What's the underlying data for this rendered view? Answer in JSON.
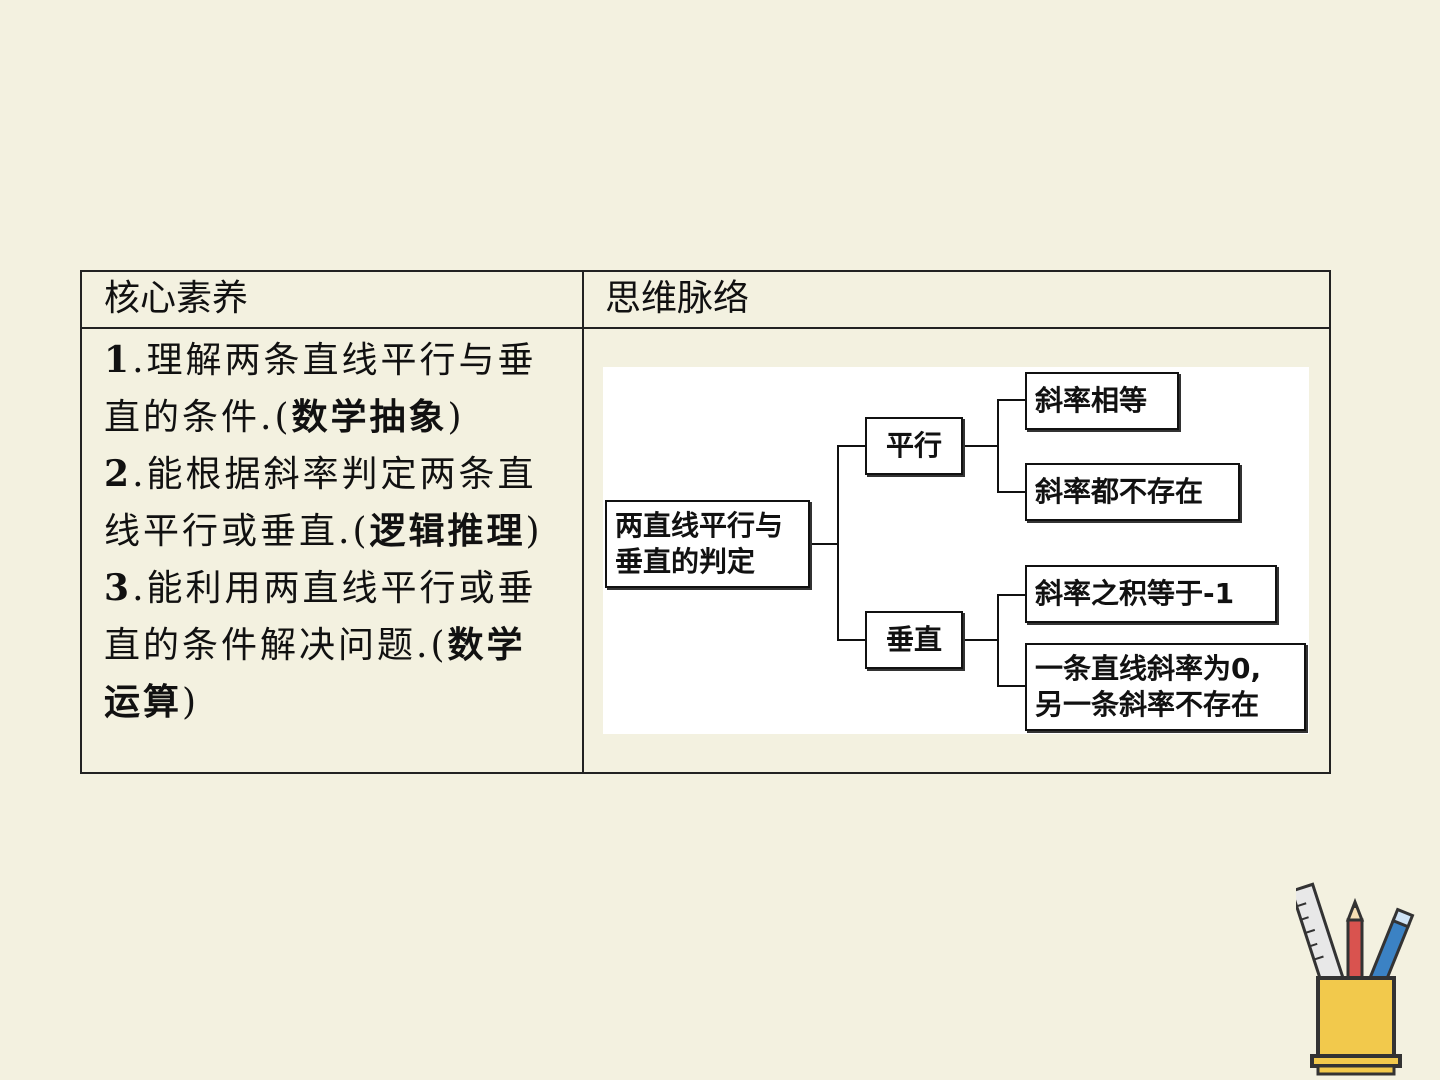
{
  "table": {
    "header_left": "核心素养",
    "header_right": "思维脉络"
  },
  "core_items": [
    {
      "num": "1",
      "text": ".理解两条直线平行与垂直的条件.(",
      "bold": "数学抽象",
      "close": ")"
    },
    {
      "num": "2",
      "text": ".能根据斜率判定两条直线平行或垂直.(",
      "bold": "逻辑推理",
      "close": ")"
    },
    {
      "num": "3",
      "text": ".能利用两直线平行或垂直的条件解决问题.(",
      "bold": "数学运算",
      "close": ")"
    }
  ],
  "mindmap": {
    "root_line1": "两直线平行与",
    "root_line2": "垂直的判定",
    "parallel": "平行",
    "perpendicular": "垂直",
    "p_leaf1": "斜率相等",
    "p_leaf2": "斜率都不存在",
    "v_leaf1": "斜率之积等于-1",
    "v_leaf2_line1": "一条直线斜率为0,",
    "v_leaf2_line2": "另一条斜率不存在"
  },
  "colors": {
    "background": "#f3f1e0",
    "cup": "#f2c94c",
    "pencil_red": "#d9534f",
    "pen_blue": "#3b82c4"
  }
}
